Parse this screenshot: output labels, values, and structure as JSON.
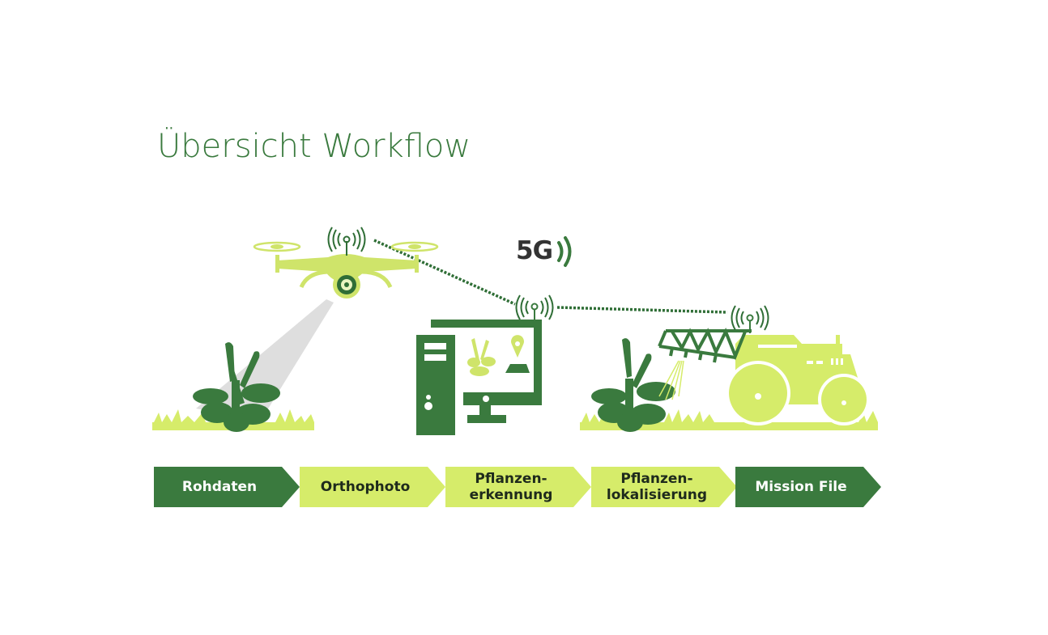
{
  "title": "Übersicht Workflow",
  "network_label": "5G",
  "colors": {
    "dark_green": "#3a7a3e",
    "lime": "#d6ec6a",
    "text_dark": "#1e2a1c",
    "text_light": "#ffffff",
    "gray_beam": "#dcdcdc"
  },
  "workflow_steps": [
    {
      "label": "Rohdaten",
      "style": "dark"
    },
    {
      "label": "Orthophoto",
      "style": "light"
    },
    {
      "label": "Pflanzen-\nerkennung",
      "style": "light"
    },
    {
      "label": "Pflanzen-\nlokalisierung",
      "style": "light"
    },
    {
      "label": "Mission File",
      "style": "dark"
    }
  ],
  "illustrations": {
    "drone": "drone-with-camera",
    "computer": "desktop-computer-with-plant-and-location-pin",
    "tractor": "tractor-with-sprayer-boom",
    "plants": [
      "weed-plant-left",
      "weed-plant-right"
    ],
    "signals": [
      "drone-antenna",
      "computer-antenna",
      "tractor-antenna"
    ]
  }
}
